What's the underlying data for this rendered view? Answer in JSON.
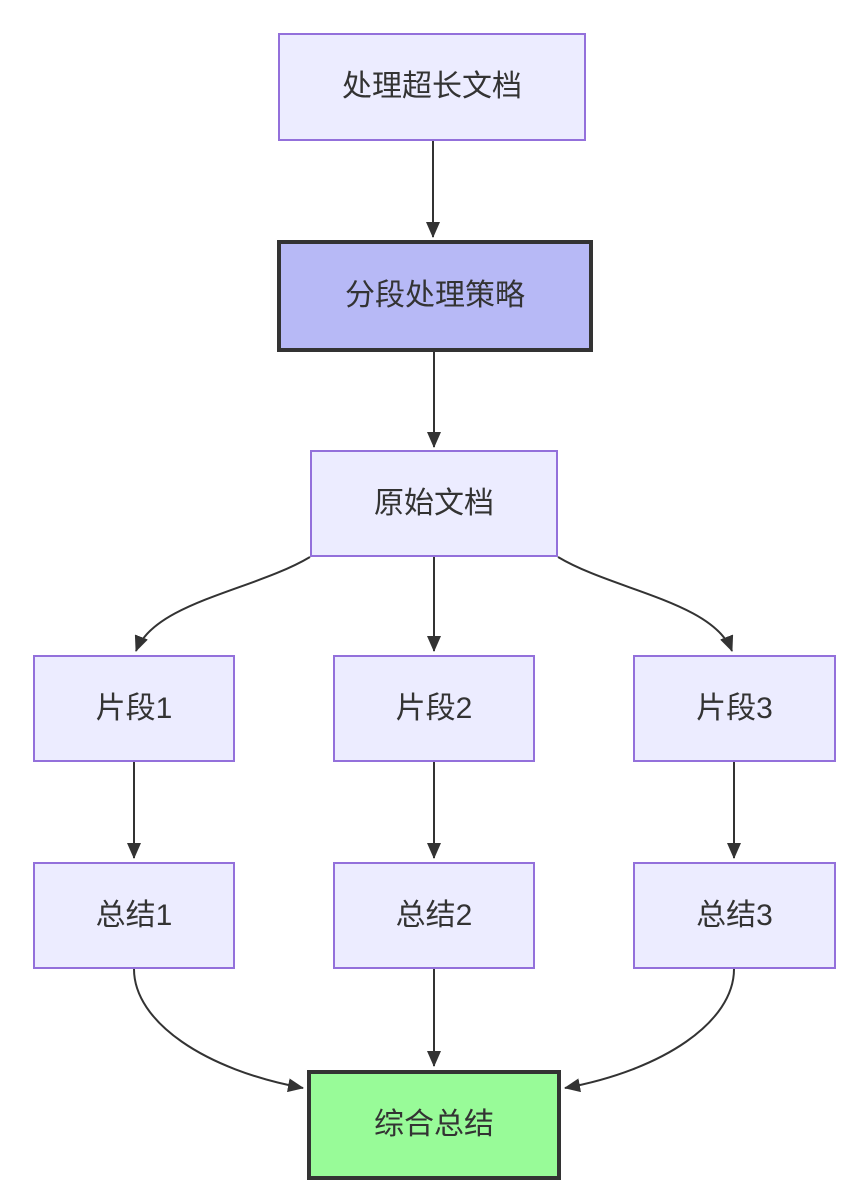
{
  "diagram": {
    "type": "flowchart-top-down",
    "nodes": [
      {
        "id": "A",
        "label": "处理超长文档",
        "style": "default"
      },
      {
        "id": "B",
        "label": "分段处理策略",
        "style": "emphasis"
      },
      {
        "id": "C",
        "label": "原始文档",
        "style": "default"
      },
      {
        "id": "D",
        "label": "片段1",
        "style": "default"
      },
      {
        "id": "E",
        "label": "片段2",
        "style": "default"
      },
      {
        "id": "F",
        "label": "片段3",
        "style": "default"
      },
      {
        "id": "G",
        "label": "总结1",
        "style": "default"
      },
      {
        "id": "H",
        "label": "总结2",
        "style": "default"
      },
      {
        "id": "I",
        "label": "总结3",
        "style": "default"
      },
      {
        "id": "J",
        "label": "综合总结",
        "style": "result"
      }
    ],
    "edges": [
      {
        "from": "处理超长文档",
        "to": "分段处理策略"
      },
      {
        "from": "分段处理策略",
        "to": "原始文档"
      },
      {
        "from": "原始文档",
        "to": "片段1"
      },
      {
        "from": "原始文档",
        "to": "片段2"
      },
      {
        "from": "原始文档",
        "to": "片段3"
      },
      {
        "from": "片段1",
        "to": "总结1"
      },
      {
        "from": "片段2",
        "to": "总结2"
      },
      {
        "from": "片段3",
        "to": "总结3"
      },
      {
        "from": "总结1",
        "to": "综合总结"
      },
      {
        "from": "总结2",
        "to": "综合总结"
      },
      {
        "from": "总结3",
        "to": "综合总结"
      }
    ],
    "colors": {
      "node_fill": "#ECECFF",
      "node_border": "#9370DB",
      "emphasis_fill": "#B7B9F6",
      "strong_border": "#333333",
      "result_fill": "#98FB98",
      "edge_color": "#333333",
      "text_color": "#333333",
      "background": "#FFFFFF"
    }
  }
}
